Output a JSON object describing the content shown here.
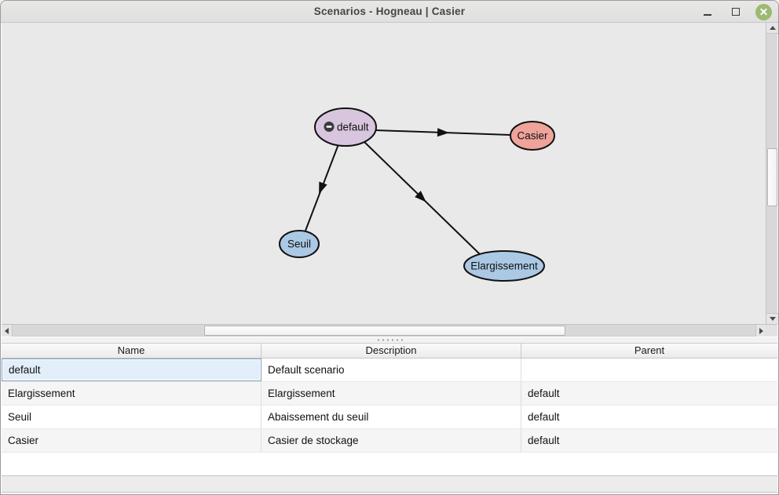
{
  "window": {
    "title": "Scenarios - Hogneau | Casier"
  },
  "icons": {
    "minimize": "underscore-bar",
    "maximize": "square-outline",
    "close": "white-x-in-green-circle",
    "current_scenario": "minus-in-dark-circle",
    "scroll_arrows": "triangle-up-down-left-right",
    "splitter_grip": "dotted-handle"
  },
  "graph": {
    "nodes": [
      {
        "label": "default",
        "fill": "#d8c5de",
        "current": true
      },
      {
        "label": "Casier",
        "fill": "#efa39b",
        "current": false
      },
      {
        "label": "Seuil",
        "fill": "#abc8e4",
        "current": false
      },
      {
        "label": "Elargissement",
        "fill": "#abc8e4",
        "current": false
      }
    ],
    "edges": [
      {
        "from": "default",
        "to": "Casier"
      },
      {
        "from": "default",
        "to": "Seuil"
      },
      {
        "from": "default",
        "to": "Elargissement"
      }
    ]
  },
  "table": {
    "columns": [
      "Name",
      "Description",
      "Parent"
    ],
    "rows": [
      {
        "name": "default",
        "description": "Default scenario",
        "parent": ""
      },
      {
        "name": "Elargissement",
        "description": "Elargissement",
        "parent": "default"
      },
      {
        "name": "Seuil",
        "description": "Abaissement du seuil",
        "parent": "default"
      },
      {
        "name": "Casier",
        "description": "Casier de stockage",
        "parent": "default"
      }
    ],
    "selection": {
      "row": "default",
      "column": "Name"
    }
  },
  "colors": {
    "canvas_bg": "#e9e9e9",
    "node_border": "#111111",
    "edge": "#111111",
    "selected_cell_bg": "#e2eefa",
    "close_button_green": "#9cb973"
  }
}
